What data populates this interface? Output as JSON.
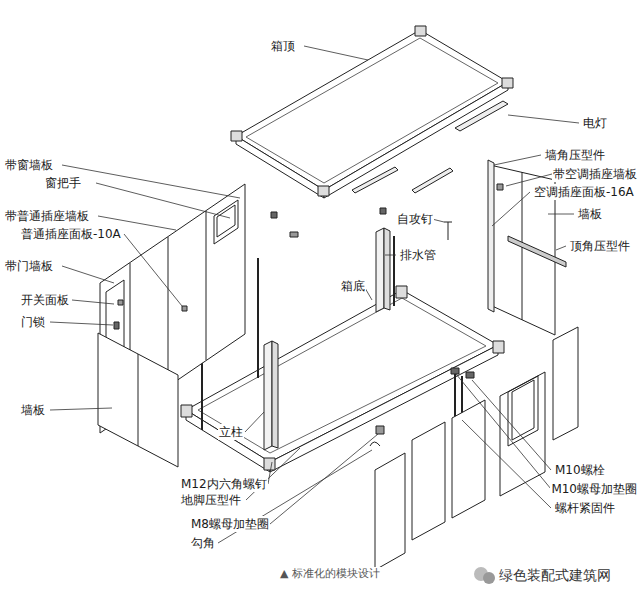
{
  "diagram": {
    "caption": "▲ 标准化的模块设计",
    "labels": [
      "箱顶",
      "电灯",
      "带窗墙板",
      "窗把手",
      "带普通插座墙板",
      "普通插座面板-10A",
      "带门墙板",
      "开关面板",
      "门锁",
      "墙板",
      "自攻钉",
      "排水管",
      "箱底",
      "墙角压型件",
      "带空调插座墙板",
      "空调插座面板-16A",
      "墙板",
      "顶角压型件",
      "立柱",
      "M12内六角螺钉",
      "地脚压型件",
      "M8螺母加垫圈",
      "勾角",
      "M10螺栓",
      "M10螺母加垫圈",
      "螺杆紧固件",
      "绿色装配式建筑网"
    ]
  }
}
